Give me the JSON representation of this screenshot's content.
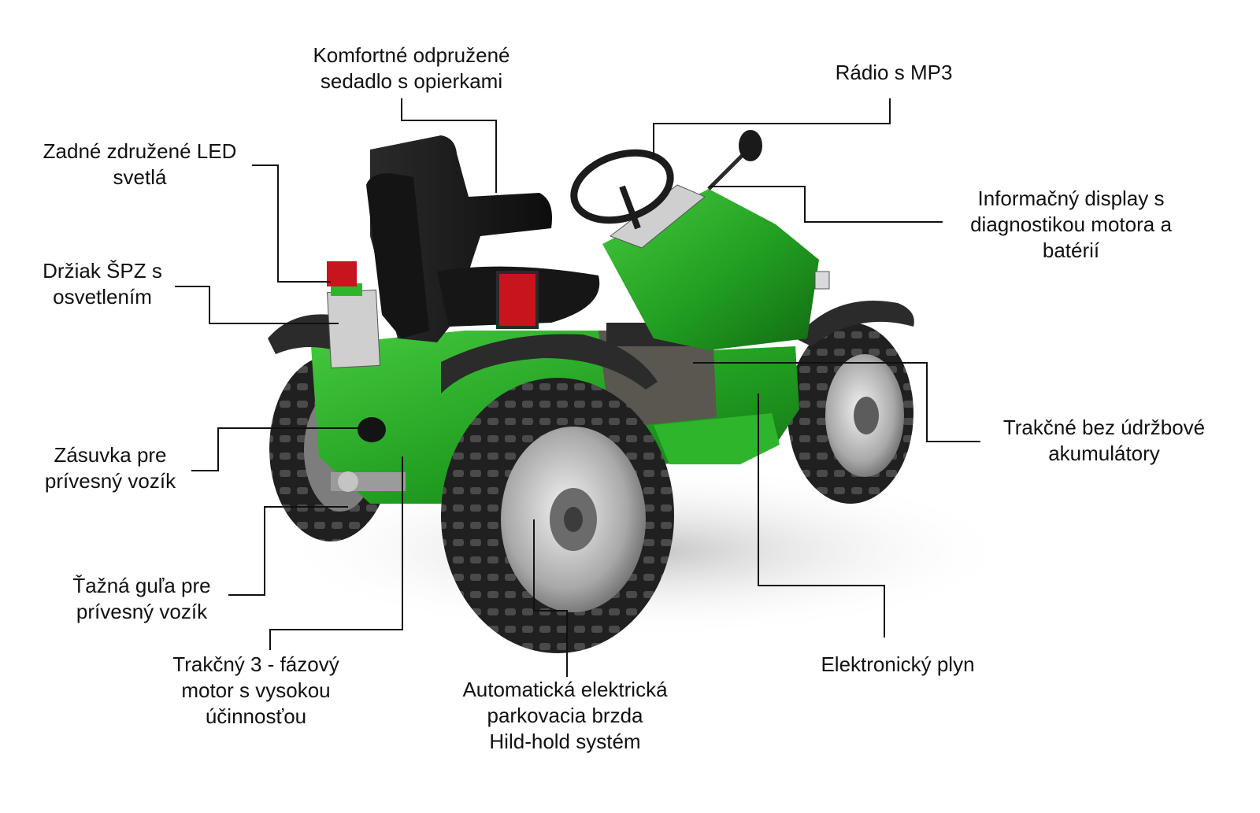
{
  "labels": {
    "seat": "Komfortné odpružené\nsedadlo s opierkami",
    "radio": "Rádio s MP3",
    "rear_led": "Zadné združené LED\nsvetlá",
    "display": "Informačný display s\ndiagnostikou motora a\nbatérií",
    "plate": "Držiak ŠPZ s\nosvetlením",
    "batteries": "Trakčné bez údržbové\nakumulátory",
    "socket": "Zásuvka pre\nprívesný vozík",
    "towball": "Ťažná guľa pre\nprívesný vozík",
    "motor": "Trakčný 3 - fázový\nmotor s vysokou\núčinnosťou",
    "brake": "Automatická elektrická\nparkovacia brzda\nHild-hold systém",
    "throttle": "Elektronický plyn"
  },
  "colors": {
    "body_green": "#1f9a1f",
    "body_green_light": "#3fc23a",
    "tire": "#262626",
    "seat": "#1a1a1a",
    "lamp_red": "#c8141c"
  }
}
